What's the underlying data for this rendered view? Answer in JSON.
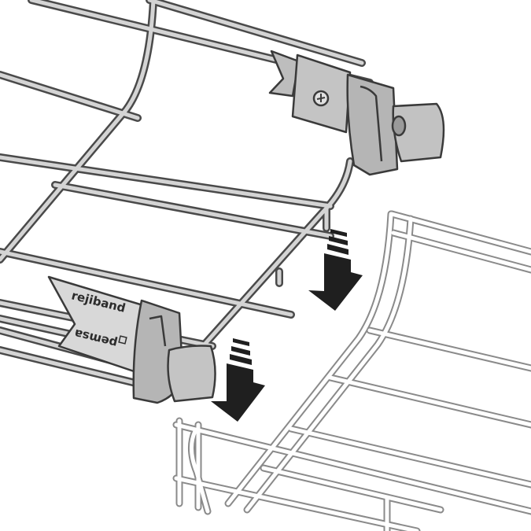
{
  "diagram": {
    "colors": {
      "background": "#ffffff",
      "gray_tray_fill": "#c9c9c9",
      "gray_tray_outline": "#4a4a4a",
      "white_tray_fill": "#ffffff",
      "white_tray_outline": "#8a8a8a",
      "arrow_fill": "#1f1f1f",
      "clamp_fill": "#b8b8b8"
    },
    "upper_tray": {
      "brand_label": "rejiband"
    },
    "lower_tray": {},
    "clip_plate": {
      "brand_label": "pemsa",
      "brand_label_orientation": "upside-down"
    },
    "arrows": [
      {
        "icon": "down-arrow-icon",
        "direction": "down"
      },
      {
        "icon": "down-arrow-icon",
        "direction": "down"
      }
    ]
  }
}
